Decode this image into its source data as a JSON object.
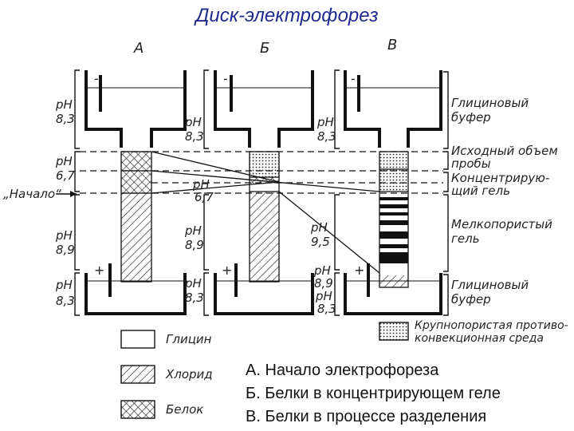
{
  "title": "Диск-электрофорез",
  "columns": [
    "А",
    "Б",
    "В"
  ],
  "left_labels": {
    "start": "„Начало“",
    "ph_top": [
      "pH",
      "8,3"
    ],
    "ph_sample": [
      "pH",
      "6,7"
    ],
    "ph_gel": [
      "pH",
      "8,9"
    ],
    "ph_bottom": [
      "pH",
      "8,3"
    ]
  },
  "mid_labels": {
    "ph_top": [
      "pH",
      "8,3"
    ],
    "ph_conc": [
      "pH",
      "6,7"
    ],
    "ph_gel": [
      "pH",
      "8,9"
    ],
    "ph_bottom": [
      "pH",
      "8,3"
    ]
  },
  "right_col_labels": {
    "ph_top": [
      "pH",
      "8,3"
    ],
    "ph_gel": [
      "pH",
      "9,5"
    ],
    "ph_low": [
      "pH",
      "8,9"
    ],
    "ph_bottom": [
      "pH",
      "8,3"
    ]
  },
  "electrodes": {
    "minus": "-",
    "plus": "+"
  },
  "right_labels": {
    "glycine_buffer_top": [
      "Глициновый",
      "буфер"
    ],
    "sample_volume": [
      "Исходный объем",
      "пробы"
    ],
    "concentrating_gel": [
      "Концентрирую-",
      "щий гель"
    ],
    "fine_gel": [
      "Мелкопористый",
      "гель"
    ],
    "glycine_buffer_bottom": [
      "Глициновый",
      "буфер"
    ],
    "coarse_medium": [
      "Крупнопористая противо-",
      "конвекционная среда"
    ]
  },
  "legend": [
    {
      "label": "Глицин",
      "pattern": "empty"
    },
    {
      "label": "Хлорид",
      "pattern": "hatch"
    },
    {
      "label": "Белок",
      "pattern": "crosshatch"
    }
  ],
  "caption": [
    "А. Начало электрофореза",
    "Б. Белки в концентрирующем геле",
    "В. Белки в процессе разделения"
  ]
}
